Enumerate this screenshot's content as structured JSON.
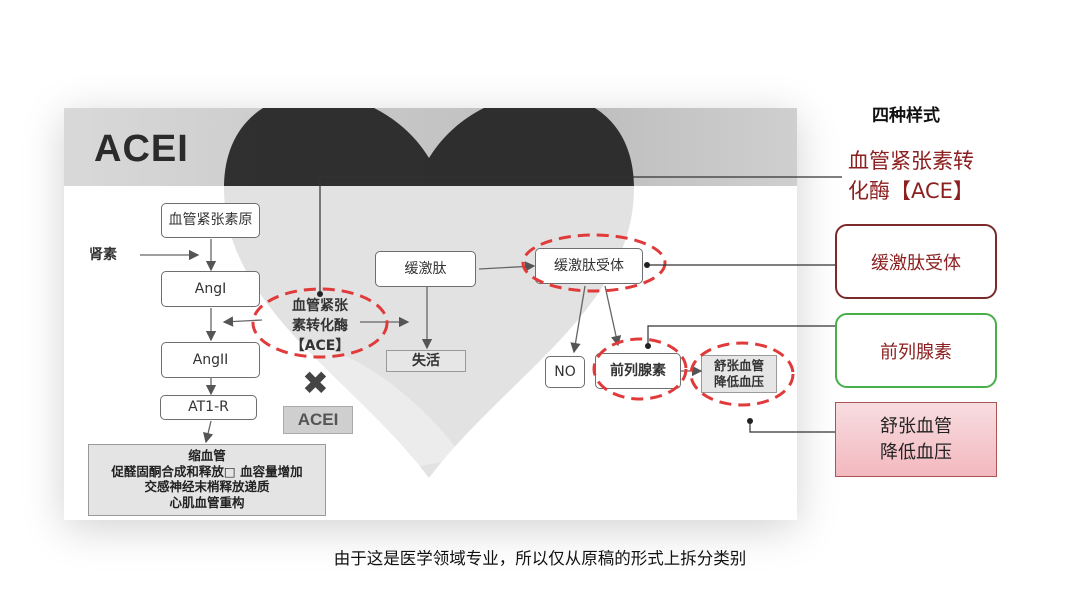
{
  "slide": {
    "title": "ACEI",
    "nodes": {
      "angiotensinogen": "血管紧张素原",
      "renin": "肾素",
      "ang1": "AngI",
      "ang2": "AngII",
      "at1r": "AT1-R",
      "ace_line1": "血管紧张",
      "ace_line2": "素转化酶",
      "ace_line3": "【ACE】",
      "bradykinin": "缓激肽",
      "inactivation": "失活",
      "bradykinin_receptor": "缓激肽受体",
      "no": "NO",
      "prostaglandin": "前列腺素",
      "vasodilate_line1": "舒张血管",
      "vasodilate_line2": "降低血压",
      "acei_inhibitor": "ACEI",
      "inhibit_mark": "✖"
    },
    "effects": [
      "缩血管",
      "促醛固酮合成和释放□ 血容量增加",
      "交感神经末梢释放递质",
      "心肌血管重构"
    ]
  },
  "styles_panel": {
    "title": "四种样式",
    "style1_line1": "血管紧张素转",
    "style1_line2": "化酶【ACE】",
    "style2": "缓激肽受体",
    "style3": "前列腺素",
    "style4_line1": "舒张血管",
    "style4_line2": "降低血压"
  },
  "caption": "由于这是医学领域专业，所以仅从原稿的形式上拆分类别",
  "colors": {
    "dashed_highlight": "#e03a3a",
    "accent_text": "#8c2020",
    "green_border": "#47b04a",
    "pink_fill": "#f3b8bf"
  }
}
